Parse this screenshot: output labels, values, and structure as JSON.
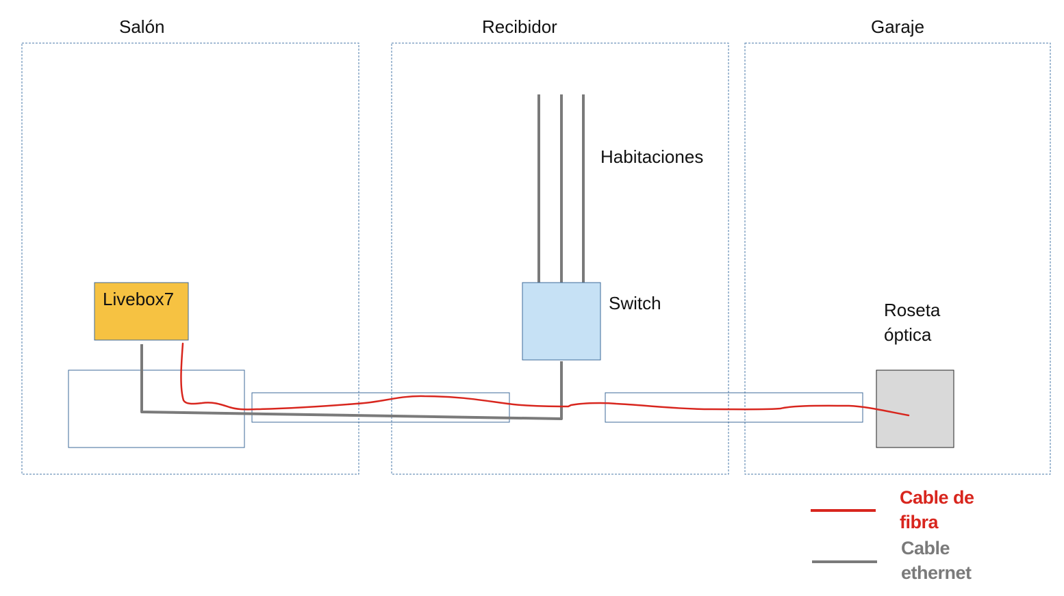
{
  "rooms": {
    "salon": "Salón",
    "recibidor": "Recibidor",
    "garaje": "Garaje"
  },
  "devices": {
    "livebox": "Livebox7",
    "switch": "Switch",
    "rooms_label": "Habitaciones",
    "roseta_line1": "Roseta",
    "roseta_line2": "óptica"
  },
  "legend": {
    "fiber_line1": "Cable de",
    "fiber_line2": "fibra",
    "ethernet_line1": "Cable",
    "ethernet_line2": "ethernet"
  },
  "colors": {
    "fiber": "#d8261e",
    "ethernet": "#7a7a7a",
    "livebox_fill": "#f6c242",
    "switch_fill": "#c6e1f5",
    "roseta_fill": "#d9d9d9",
    "room_border": "#4a78a8",
    "conduit_border": "#3d6a99"
  }
}
